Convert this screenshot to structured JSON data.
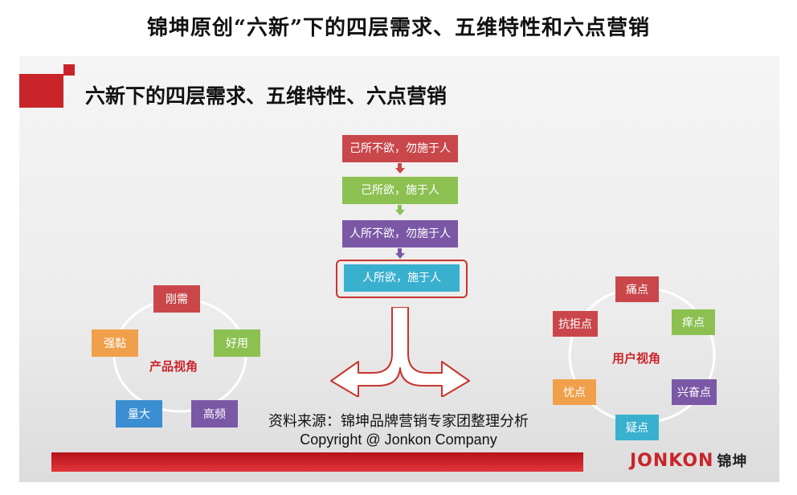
{
  "page_title": "锦坤原创“六新”下的四层需求、五维特性和六点营销",
  "slide_title": "六新下的四层需求、五维特性、六点营销",
  "flow": [
    {
      "label": "己所不欲，勿施于人",
      "color": "#c9474b"
    },
    {
      "label": "己所欲，施于人",
      "color": "#8cc152"
    },
    {
      "label": "人所不欲，勿施于人",
      "color": "#7b58a6"
    },
    {
      "label": "人所欲，施于人",
      "color": "#3ab0cf"
    }
  ],
  "product": {
    "center": "产品视角",
    "nodes": [
      {
        "label": "刚需",
        "color": "#c9474b"
      },
      {
        "label": "好用",
        "color": "#8cc152"
      },
      {
        "label": "高频",
        "color": "#7b58a6"
      },
      {
        "label": "量大",
        "color": "#3a8ed1"
      },
      {
        "label": "强黏",
        "color": "#f0a04b"
      }
    ]
  },
  "user": {
    "center": "用户视角",
    "nodes": [
      {
        "label": "痛点",
        "color": "#c9474b"
      },
      {
        "label": "痒点",
        "color": "#8cc152"
      },
      {
        "label": "兴奋点",
        "color": "#7b58a6"
      },
      {
        "label": "疑点",
        "color": "#3ab0cf"
      },
      {
        "label": "忧点",
        "color": "#f0a04b"
      },
      {
        "label": "抗拒点",
        "color": "#c9474b"
      }
    ]
  },
  "logo": {
    "en": "JONKON",
    "cn": "锦坤"
  },
  "source": "资料来源：锦坤品牌营销专家团整理分析",
  "copyright": "Copyright @ Jonkon Company"
}
